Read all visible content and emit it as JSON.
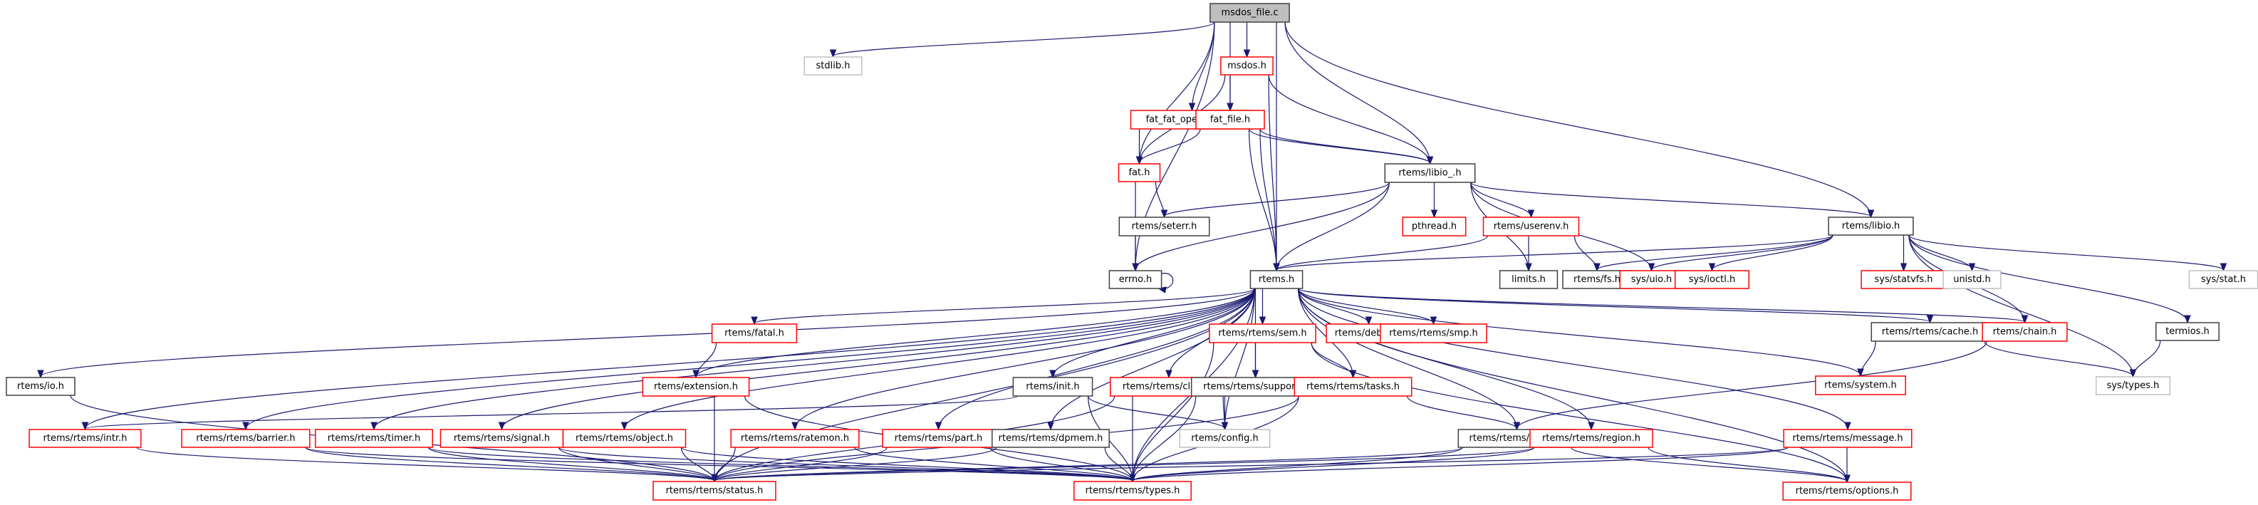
{
  "title": "msdos_file.c",
  "colors": {
    "edge": "#191970",
    "root_fill": "#bfbfbf",
    "documented_border": "#404040",
    "incomplete_border": "#ff0000",
    "external_border": "#bfbfbf"
  },
  "nodes": [
    {
      "id": "msdos_file_c",
      "label": "msdos_file.c",
      "kind": "root"
    },
    {
      "id": "stdlib_h",
      "label": "stdlib.h",
      "kind": "external"
    },
    {
      "id": "msdos_h",
      "label": "msdos.h",
      "kind": "partial"
    },
    {
      "id": "fat_fat_operations_h",
      "label": "fat_fat_operations.h",
      "kind": "partial"
    },
    {
      "id": "fat_file_h",
      "label": "fat_file.h",
      "kind": "partial"
    },
    {
      "id": "fat_h",
      "label": "fat.h",
      "kind": "partial"
    },
    {
      "id": "rtems_libio__h",
      "label": "rtems/libio_.h",
      "kind": "doc"
    },
    {
      "id": "rtems_seterr_h",
      "label": "rtems/seterr.h",
      "kind": "doc"
    },
    {
      "id": "pthread_h",
      "label": "pthread.h",
      "kind": "partial"
    },
    {
      "id": "rtems_userenv_h",
      "label": "rtems/userenv.h",
      "kind": "partial"
    },
    {
      "id": "rtems_libio_h",
      "label": "rtems/libio.h",
      "kind": "doc"
    },
    {
      "id": "errno_h",
      "label": "errno.h",
      "kind": "doc"
    },
    {
      "id": "rtems_h",
      "label": "rtems.h",
      "kind": "doc"
    },
    {
      "id": "limits_h",
      "label": "limits.h",
      "kind": "doc"
    },
    {
      "id": "rtems_fs_h",
      "label": "rtems/fs.h",
      "kind": "doc"
    },
    {
      "id": "sys_uio_h",
      "label": "sys/uio.h",
      "kind": "partial"
    },
    {
      "id": "sys_ioctl_h",
      "label": "sys/ioctl.h",
      "kind": "partial"
    },
    {
      "id": "sys_statvfs_h",
      "label": "sys/statvfs.h",
      "kind": "partial"
    },
    {
      "id": "unistd_h",
      "label": "unistd.h",
      "kind": "external"
    },
    {
      "id": "sys_stat_h",
      "label": "sys/stat.h",
      "kind": "external"
    },
    {
      "id": "rtems_fatal_h",
      "label": "rtems/fatal.h",
      "kind": "partial"
    },
    {
      "id": "rtems_rtems_sem_h",
      "label": "rtems/rtems/sem.h",
      "kind": "partial"
    },
    {
      "id": "rtems_debug_h",
      "label": "rtems/debug.h",
      "kind": "partial"
    },
    {
      "id": "rtems_rtems_smp_h",
      "label": "rtems/rtems/smp.h",
      "kind": "partial"
    },
    {
      "id": "rtems_rtems_cache_h",
      "label": "rtems/rtems/cache.h",
      "kind": "doc"
    },
    {
      "id": "rtems_chain_h",
      "label": "rtems/chain.h",
      "kind": "partial"
    },
    {
      "id": "termios_h",
      "label": "termios.h",
      "kind": "doc"
    },
    {
      "id": "rtems_io_h",
      "label": "rtems/io.h",
      "kind": "doc"
    },
    {
      "id": "rtems_extension_h",
      "label": "rtems/extension.h",
      "kind": "partial"
    },
    {
      "id": "rtems_init_h",
      "label": "rtems/init.h",
      "kind": "doc"
    },
    {
      "id": "rtems_rtems_clock_h",
      "label": "rtems/rtems/clock.h",
      "kind": "partial"
    },
    {
      "id": "rtems_rtems_support_h",
      "label": "rtems/rtems/support.h",
      "kind": "doc"
    },
    {
      "id": "rtems_rtems_tasks_h",
      "label": "rtems/rtems/tasks.h",
      "kind": "partial"
    },
    {
      "id": "rtems_system_h",
      "label": "rtems/system.h",
      "kind": "partial"
    },
    {
      "id": "sys_types_h",
      "label": "sys/types.h",
      "kind": "external"
    },
    {
      "id": "rtems_rtems_intr_h",
      "label": "rtems/rtems/intr.h",
      "kind": "partial"
    },
    {
      "id": "rtems_rtems_barrier_h",
      "label": "rtems/rtems/barrier.h",
      "kind": "partial"
    },
    {
      "id": "rtems_rtems_timer_h",
      "label": "rtems/rtems/timer.h",
      "kind": "partial"
    },
    {
      "id": "rtems_rtems_signal_h",
      "label": "rtems/rtems/signal.h",
      "kind": "partial"
    },
    {
      "id": "rtems_rtems_object_h",
      "label": "rtems/rtems/object.h",
      "kind": "partial"
    },
    {
      "id": "rtems_rtems_ratemon_h",
      "label": "rtems/rtems/ratemon.h",
      "kind": "partial"
    },
    {
      "id": "rtems_rtems_part_h",
      "label": "rtems/rtems/part.h",
      "kind": "partial"
    },
    {
      "id": "rtems_rtems_dpmem_h",
      "label": "rtems/rtems/dpmem.h",
      "kind": "doc"
    },
    {
      "id": "rtems_config_h",
      "label": "rtems/config.h",
      "kind": "external"
    },
    {
      "id": "rtems_rtems_event_h",
      "label": "rtems/rtems/event.h",
      "kind": "doc"
    },
    {
      "id": "rtems_rtems_region_h",
      "label": "rtems/rtems/region.h",
      "kind": "partial"
    },
    {
      "id": "rtems_rtems_message_h",
      "label": "rtems/rtems/message.h",
      "kind": "partial"
    },
    {
      "id": "rtems_rtems_status_h",
      "label": "rtems/rtems/status.h",
      "kind": "partial"
    },
    {
      "id": "rtems_rtems_types_h",
      "label": "rtems/rtems/types.h",
      "kind": "partial"
    },
    {
      "id": "rtems_rtems_options_h",
      "label": "rtems/rtems/options.h",
      "kind": "partial"
    }
  ],
  "edges": [
    [
      "msdos_file_c",
      "stdlib_h"
    ],
    [
      "msdos_file_c",
      "msdos_h"
    ],
    [
      "msdos_file_c",
      "fat_fat_operations_h"
    ],
    [
      "msdos_file_c",
      "fat_file_h"
    ],
    [
      "msdos_file_c",
      "fat_h"
    ],
    [
      "msdos_file_c",
      "errno_h"
    ],
    [
      "msdos_file_c",
      "rtems_h"
    ],
    [
      "msdos_file_c",
      "rtems_libio__h"
    ],
    [
      "msdos_file_c",
      "rtems_libio_h"
    ],
    [
      "msdos_h",
      "fat_file_h"
    ],
    [
      "msdos_h",
      "fat_h"
    ],
    [
      "msdos_h",
      "rtems_h"
    ],
    [
      "msdos_h",
      "rtems_libio__h"
    ],
    [
      "fat_fat_operations_h",
      "fat_h"
    ],
    [
      "fat_fat_operations_h",
      "rtems_h"
    ],
    [
      "fat_fat_operations_h",
      "rtems_libio__h"
    ],
    [
      "fat_file_h",
      "fat_h"
    ],
    [
      "fat_file_h",
      "rtems_h"
    ],
    [
      "fat_file_h",
      "rtems_libio__h"
    ],
    [
      "fat_h",
      "rtems_seterr_h"
    ],
    [
      "fat_h",
      "errno_h"
    ],
    [
      "rtems_seterr_h",
      "errno_h"
    ],
    [
      "errno_h",
      "errno_h"
    ],
    [
      "rtems_libio__h",
      "rtems_seterr_h"
    ],
    [
      "rtems_libio__h",
      "errno_h"
    ],
    [
      "rtems_libio__h",
      "rtems_h"
    ],
    [
      "rtems_libio__h",
      "pthread_h"
    ],
    [
      "rtems_libio__h",
      "rtems_userenv_h"
    ],
    [
      "rtems_libio__h",
      "limits_h"
    ],
    [
      "rtems_libio__h",
      "sys_uio_h"
    ],
    [
      "rtems_libio__h",
      "rtems_libio_h"
    ],
    [
      "rtems_userenv_h",
      "rtems_h"
    ],
    [
      "rtems_userenv_h",
      "limits_h"
    ],
    [
      "rtems_userenv_h",
      "rtems_fs_h"
    ],
    [
      "rtems_libio_h",
      "rtems_h"
    ],
    [
      "rtems_libio_h",
      "rtems_fs_h"
    ],
    [
      "rtems_libio_h",
      "sys_uio_h"
    ],
    [
      "rtems_libio_h",
      "sys_ioctl_h"
    ],
    [
      "rtems_libio_h",
      "sys_statvfs_h"
    ],
    [
      "rtems_libio_h",
      "unistd_h"
    ],
    [
      "rtems_libio_h",
      "sys_stat_h"
    ],
    [
      "rtems_libio_h",
      "rtems_chain_h"
    ],
    [
      "rtems_libio_h",
      "sys_types_h"
    ],
    [
      "rtems_libio_h",
      "termios_h"
    ],
    [
      "rtems_h",
      "rtems_io_h"
    ],
    [
      "rtems_h",
      "rtems_fatal_h"
    ],
    [
      "rtems_h",
      "rtems_extension_h"
    ],
    [
      "rtems_h",
      "rtems_init_h"
    ],
    [
      "rtems_h",
      "rtems_rtems_clock_h"
    ],
    [
      "rtems_h",
      "rtems_rtems_sem_h"
    ],
    [
      "rtems_h",
      "rtems_rtems_support_h"
    ],
    [
      "rtems_h",
      "rtems_rtems_tasks_h"
    ],
    [
      "rtems_h",
      "rtems_debug_h"
    ],
    [
      "rtems_h",
      "rtems_rtems_smp_h"
    ],
    [
      "rtems_h",
      "rtems_rtems_cache_h"
    ],
    [
      "rtems_h",
      "rtems_chain_h"
    ],
    [
      "rtems_h",
      "rtems_system_h"
    ],
    [
      "rtems_h",
      "rtems_rtems_intr_h"
    ],
    [
      "rtems_h",
      "rtems_rtems_barrier_h"
    ],
    [
      "rtems_h",
      "rtems_rtems_timer_h"
    ],
    [
      "rtems_h",
      "rtems_rtems_signal_h"
    ],
    [
      "rtems_h",
      "rtems_rtems_object_h"
    ],
    [
      "rtems_h",
      "rtems_rtems_ratemon_h"
    ],
    [
      "rtems_h",
      "rtems_rtems_part_h"
    ],
    [
      "rtems_h",
      "rtems_rtems_dpmem_h"
    ],
    [
      "rtems_h",
      "rtems_config_h"
    ],
    [
      "rtems_h",
      "rtems_rtems_event_h"
    ],
    [
      "rtems_h",
      "rtems_rtems_region_h"
    ],
    [
      "rtems_h",
      "rtems_rtems_message_h"
    ],
    [
      "rtems_h",
      "rtems_rtems_status_h"
    ],
    [
      "rtems_h",
      "rtems_rtems_types_h"
    ],
    [
      "rtems_h",
      "rtems_rtems_options_h"
    ],
    [
      "rtems_fatal_h",
      "rtems_extension_h"
    ],
    [
      "rtems_extension_h",
      "rtems_rtems_status_h"
    ],
    [
      "rtems_extension_h",
      "rtems_rtems_types_h"
    ],
    [
      "rtems_io_h",
      "rtems_rtems_status_h"
    ],
    [
      "rtems_init_h",
      "rtems_rtems_intr_h"
    ],
    [
      "rtems_init_h",
      "rtems_config_h"
    ],
    [
      "rtems_init_h",
      "rtems_rtems_types_h"
    ],
    [
      "rtems_rtems_clock_h",
      "rtems_config_h"
    ],
    [
      "rtems_rtems_clock_h",
      "rtems_rtems_status_h"
    ],
    [
      "rtems_rtems_clock_h",
      "rtems_rtems_types_h"
    ],
    [
      "rtems_rtems_sem_h",
      "rtems_rtems_support_h"
    ],
    [
      "rtems_rtems_sem_h",
      "rtems_rtems_tasks_h"
    ],
    [
      "rtems_rtems_sem_h",
      "rtems_rtems_types_h"
    ],
    [
      "rtems_rtems_sem_h",
      "rtems_rtems_options_h"
    ],
    [
      "rtems_rtems_support_h",
      "rtems_config_h"
    ],
    [
      "rtems_rtems_support_h",
      "rtems_rtems_types_h"
    ],
    [
      "rtems_rtems_tasks_h",
      "rtems_rtems_event_h"
    ],
    [
      "rtems_rtems_tasks_h",
      "rtems_rtems_status_h"
    ],
    [
      "rtems_rtems_tasks_h",
      "rtems_rtems_types_h"
    ],
    [
      "rtems_rtems_cache_h",
      "rtems_system_h"
    ],
    [
      "rtems_rtems_cache_h",
      "sys_types_h"
    ],
    [
      "rtems_chain_h",
      "rtems_rtems_event_h"
    ],
    [
      "termios_h",
      "sys_types_h"
    ],
    [
      "rtems_rtems_intr_h",
      "rtems_rtems_status_h"
    ],
    [
      "rtems_rtems_barrier_h",
      "rtems_rtems_status_h"
    ],
    [
      "rtems_rtems_barrier_h",
      "rtems_rtems_types_h"
    ],
    [
      "rtems_rtems_timer_h",
      "rtems_rtems_status_h"
    ],
    [
      "rtems_rtems_timer_h",
      "rtems_rtems_types_h"
    ],
    [
      "rtems_rtems_signal_h",
      "rtems_rtems_status_h"
    ],
    [
      "rtems_rtems_signal_h",
      "rtems_rtems_types_h"
    ],
    [
      "rtems_rtems_object_h",
      "rtems_rtems_status_h"
    ],
    [
      "rtems_rtems_object_h",
      "rtems_rtems_types_h"
    ],
    [
      "rtems_rtems_ratemon_h",
      "rtems_rtems_status_h"
    ],
    [
      "rtems_rtems_ratemon_h",
      "rtems_rtems_types_h"
    ],
    [
      "rtems_rtems_part_h",
      "rtems_rtems_status_h"
    ],
    [
      "rtems_rtems_part_h",
      "rtems_rtems_types_h"
    ],
    [
      "rtems_rtems_dpmem_h",
      "rtems_rtems_status_h"
    ],
    [
      "rtems_rtems_dpmem_h",
      "rtems_rtems_types_h"
    ],
    [
      "rtems_rtems_event_h",
      "rtems_rtems_status_h"
    ],
    [
      "rtems_rtems_event_h",
      "rtems_rtems_types_h"
    ],
    [
      "rtems_rtems_event_h",
      "rtems_rtems_options_h"
    ],
    [
      "rtems_rtems_region_h",
      "rtems_rtems_status_h"
    ],
    [
      "rtems_rtems_region_h",
      "rtems_rtems_types_h"
    ],
    [
      "rtems_rtems_region_h",
      "rtems_rtems_options_h"
    ],
    [
      "rtems_rtems_message_h",
      "rtems_rtems_status_h"
    ],
    [
      "rtems_rtems_message_h",
      "rtems_rtems_types_h"
    ],
    [
      "rtems_rtems_message_h",
      "rtems_rtems_options_h"
    ]
  ]
}
